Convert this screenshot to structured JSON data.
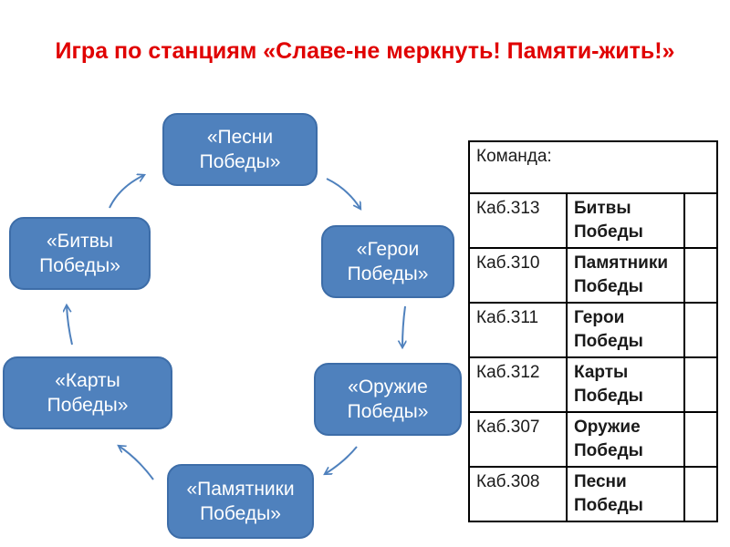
{
  "slide": {
    "title": "Игра по станциям «Славе-не меркнуть! Памяти-жить!»"
  },
  "colors": {
    "title": "#e00000",
    "box_fill": "#4f81bd",
    "box_border": "#3d6da8",
    "box_text": "#ffffff",
    "arrow": "#4f81bd",
    "table_border": "#000000",
    "table_text": "#1a1a1a"
  },
  "cycle": {
    "nodes": [
      {
        "id": "pesni-pobedy",
        "line1": "«Песни",
        "line2": "Победы»"
      },
      {
        "id": "geroi-pobedy",
        "line1": "«Герои",
        "line2": "Победы»"
      },
      {
        "id": "oruzhie-pobedy",
        "line1": "«Оружие",
        "line2": "Победы»"
      },
      {
        "id": "pamyatniki-pobedy",
        "line1": "«Памятники",
        "line2": "Победы»"
      },
      {
        "id": "karty-pobedy",
        "line1": "«Карты",
        "line2": "Победы»"
      },
      {
        "id": "bitvy-pobedy",
        "line1": "«Битвы",
        "line2": "Победы»"
      }
    ]
  },
  "table": {
    "header": "Команда:",
    "rows": [
      {
        "room": "Каб.313",
        "station": "Битвы Победы",
        "score": ""
      },
      {
        "room": "Каб.310",
        "station": "Памятники Победы",
        "score": ""
      },
      {
        "room": "Каб.311",
        "station": "Герои Победы",
        "score": ""
      },
      {
        "room": "Каб.312",
        "station": "Карты Победы",
        "score": ""
      },
      {
        "room": "Каб.307",
        "station": "Оружие Победы",
        "score": ""
      },
      {
        "room": "Каб.308",
        "station": "Песни Победы",
        "score": ""
      }
    ]
  }
}
